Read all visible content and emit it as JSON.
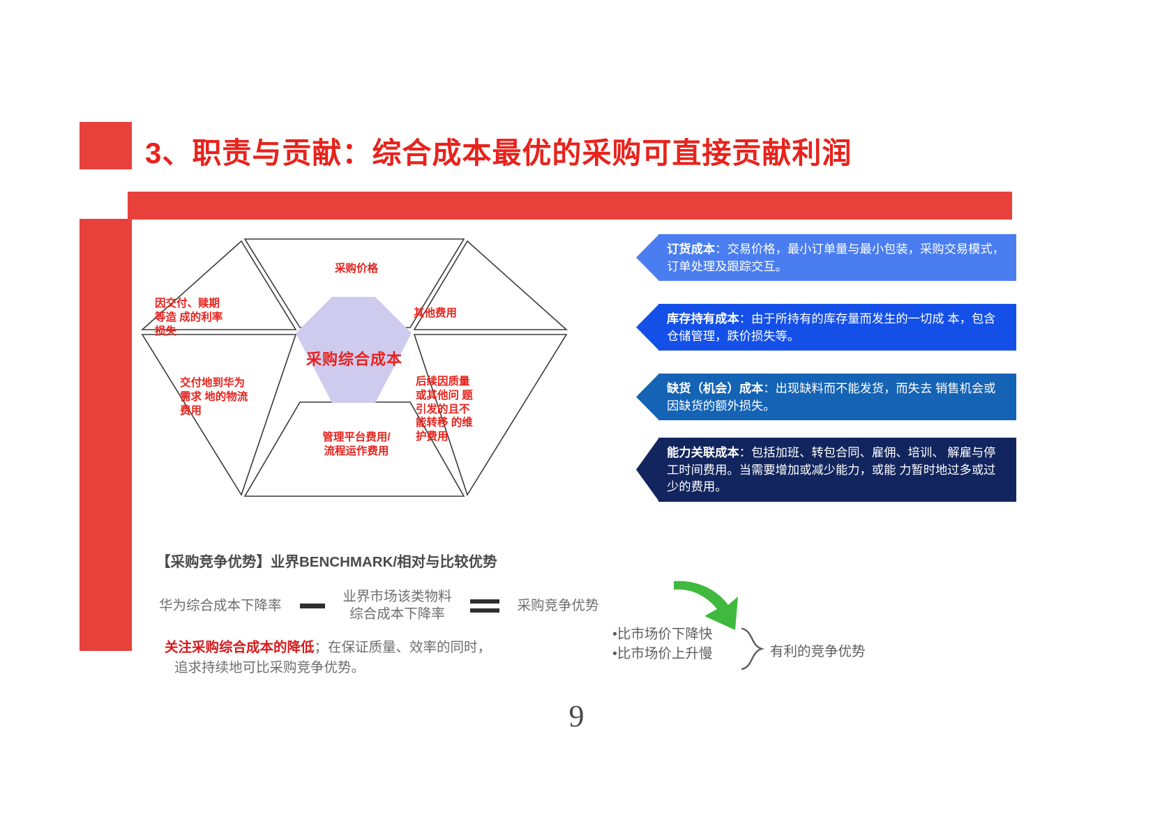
{
  "slide": {
    "title": "3、职责与贡献：综合成本最优的采购可直接贡献利润",
    "page_number": "9",
    "accent_red": "#E8403A",
    "title_red": "#E8221C"
  },
  "hexagon": {
    "core_label": "采购综合成本",
    "core_fill": "#CFCBEE",
    "segments": [
      {
        "id": "top",
        "label": "采购价格"
      },
      {
        "id": "left-upper",
        "label": "因交付、赎期\n等造  成的利率\n损失"
      },
      {
        "id": "right-upper",
        "label": "其他费用"
      },
      {
        "id": "left-lower",
        "label": "交付地到华为\n需求  地的物流\n费用"
      },
      {
        "id": "right-lower",
        "label": "后续因质量\n或其他问  题\n引发的且不\n能转移  的维\n护费用"
      },
      {
        "id": "bottom",
        "label": "管理平台费用/\n流程运作费用"
      }
    ]
  },
  "callouts": [
    {
      "term": "订货成本",
      "separator": "：",
      "text": "交易价格，最小订单量与最小包装，采购交易模式，订单处理及跟踪交互。",
      "color": "#4A7DF0"
    },
    {
      "term": "库存持有成本",
      "separator": "：",
      "text": "由于所持有的库存量而发生的一切成  本，包含仓储管理，跌价损失等。",
      "color": "#1450E8"
    },
    {
      "term": "缺货（机会）成本",
      "separator": "：",
      "text": "出现缺料而不能发货，而失去  销售机会或因缺货的额外损失。",
      "color": "#1463B4"
    },
    {
      "term": "能力关联成本",
      "separator": "：",
      "text": "包括加班、转包合同、雇佣、培训、  解雇与停工时间费用。当需要增加或减少能力，或能  力暂时地过多或过少的费用。",
      "color": "#12255E"
    }
  ],
  "benchmark": {
    "heading": "【采购竞争优势】业界BENCHMARK/相对与比较优势",
    "formula": {
      "term1": "华为综合成本下降率",
      "minus": "−",
      "term2": "业界市场该类物料\n综合成本下降率",
      "equals": "=",
      "result": "采购竞争优势"
    },
    "note_highlight": "关注采购综合成本的降低",
    "note_rest": "；在保证质量、效率的同时，",
    "note_line2": "追求持续地可比采购竞争优势。",
    "advantage_bullets": [
      "•比市场价下降快",
      "•比市场价上升慢"
    ],
    "advantage_result": "有利的竞争优势",
    "arrow_color": "#39B54A"
  }
}
